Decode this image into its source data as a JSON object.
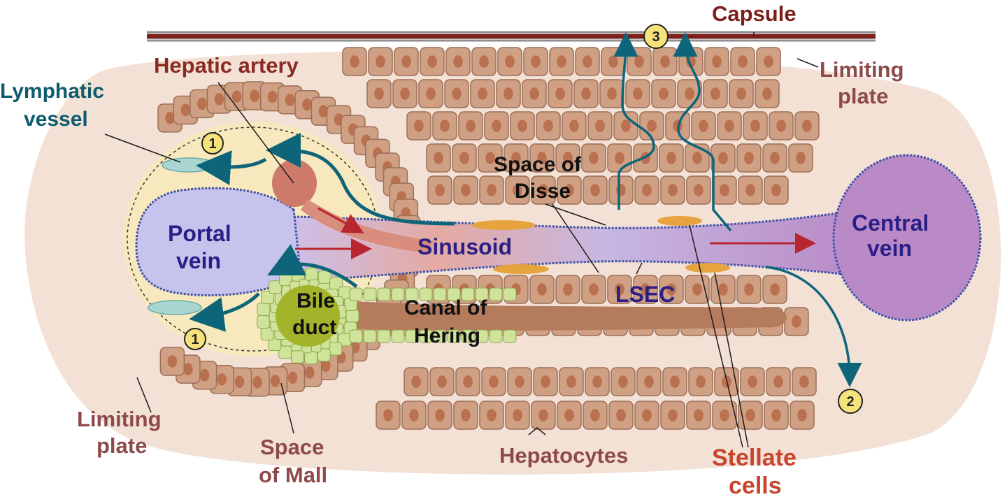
{
  "labels": {
    "capsule": "Capsule",
    "hepatic_artery": "Hepatic artery",
    "lymphatic_vessel_1": "Lymphatic",
    "lymphatic_vessel_2": "vessel",
    "limiting_plate_right_1": "Limiting",
    "limiting_plate_right_2": "plate",
    "space_of_disse_1": "Space of",
    "space_of_disse_2": "Disse",
    "portal_vein_1": "Portal",
    "portal_vein_2": "vein",
    "sinusoid": "Sinusoid",
    "central_vein_1": "Central",
    "central_vein_2": "vein",
    "bile_duct_1": "Bile",
    "bile_duct_2": "duct",
    "canal_of_hering_1": "Canal of",
    "canal_of_hering_2": "Hering",
    "lsec": "LSEC",
    "limiting_plate_left_1": "Limiting",
    "limiting_plate_left_2": "plate",
    "space_of_mall_1": "Space",
    "space_of_mall_2": "of Mall",
    "hepatocytes": "Hepatocytes",
    "stellate_cells_1": "Stellate",
    "stellate_cells_2": "cells"
  },
  "badges": {
    "b1_top": "1",
    "b1_bottom": "1",
    "b2": "2",
    "b3": "3"
  },
  "colors": {
    "background": "#f3e1d6",
    "hepatocyte_fill": "#cfa084",
    "hepatocyte_nucleus": "#b9714f",
    "portal_space": "#f7e9bd",
    "portal_vein": "#c6c3ec",
    "central_vein": "#b98ac6",
    "hepatic_artery": "#cd7a6a",
    "bile_duct_cells": "#cfe39a",
    "teal_arrow": "#0e6479",
    "red_arrow": "#b8262f",
    "capsule": "#7a1f1a"
  }
}
